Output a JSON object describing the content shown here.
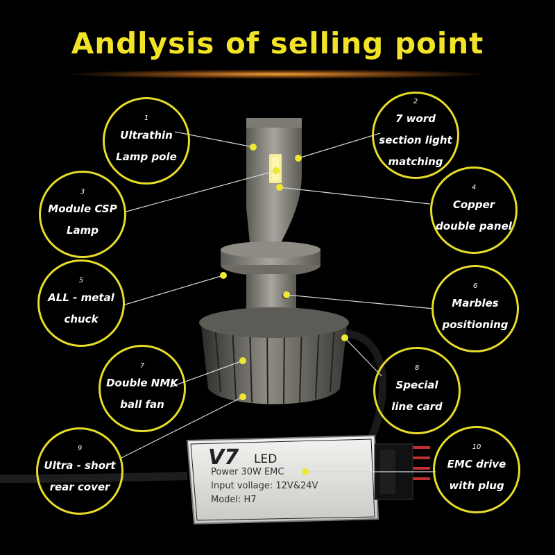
{
  "title": "Andlysis of selling point",
  "callouts": [
    {
      "num": "1",
      "lines": [
        "Ultrathin",
        "Lamp  pole"
      ]
    },
    {
      "num": "2",
      "lines": [
        "7 word",
        "section light",
        "matching"
      ]
    },
    {
      "num": "3",
      "lines": [
        "Module CSP",
        "Lamp"
      ]
    },
    {
      "num": "4",
      "lines": [
        "Copper",
        "double panel"
      ]
    },
    {
      "num": "5",
      "lines": [
        "ALL -  metal",
        "chuck"
      ]
    },
    {
      "num": "6",
      "lines": [
        "Marbles",
        "positioning"
      ]
    },
    {
      "num": "7",
      "lines": [
        "Double NMK",
        "ball fan"
      ]
    },
    {
      "num": "8",
      "lines": [
        "Special",
        "line card"
      ]
    },
    {
      "num": "9",
      "lines": [
        "Ultra - short",
        "rear cover"
      ]
    },
    {
      "num": "10",
      "lines": [
        "EMC drive",
        "with plug"
      ]
    }
  ],
  "driver": {
    "brand": "V7",
    "led": "LED",
    "power": "Power  30W  EMC",
    "input": "Input vollage:  12V&24V",
    "model": "Model:  H7"
  },
  "colors": {
    "accent": "#e8dc2a",
    "title": "#f2e326"
  }
}
